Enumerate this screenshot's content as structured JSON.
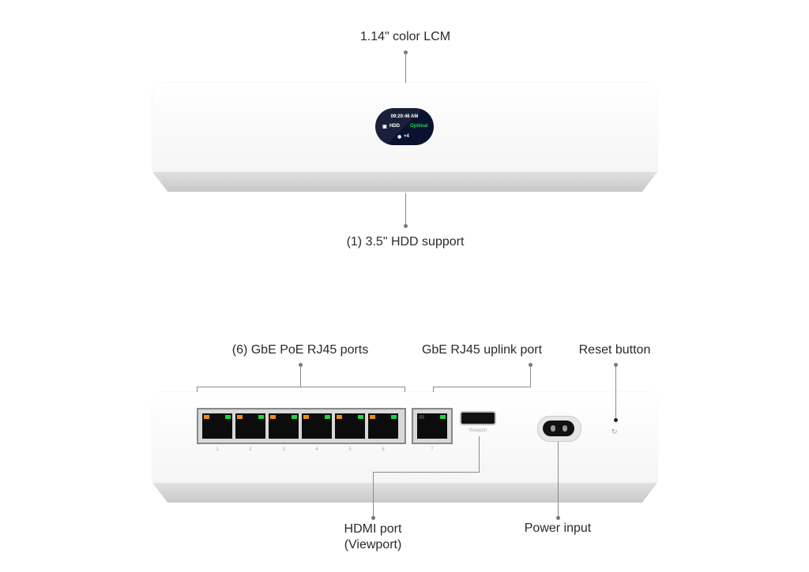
{
  "callouts": {
    "lcm": "1.14\" color LCM",
    "hdd": "(1) 3.5\" HDD support",
    "poe_ports": "(6) GbE PoE RJ45 ports",
    "uplink": "GbE RJ45 uplink port",
    "reset": "Reset button",
    "hdmi_line1": "HDMI port",
    "hdmi_line2": "(Viewport)",
    "power": "Power input"
  },
  "screen": {
    "time": "09:20:46 AM",
    "drive": "HDD",
    "status": "Optimal",
    "cameras": "+4"
  },
  "ports": {
    "labels": [
      "1",
      "2",
      "3",
      "4",
      "5",
      "6"
    ],
    "uplink_label": "7",
    "hdmi_label": "Viewport"
  },
  "colors": {
    "status": "#22d34a",
    "poe_led": "#f08a1c",
    "link_led": "#22d34a"
  }
}
